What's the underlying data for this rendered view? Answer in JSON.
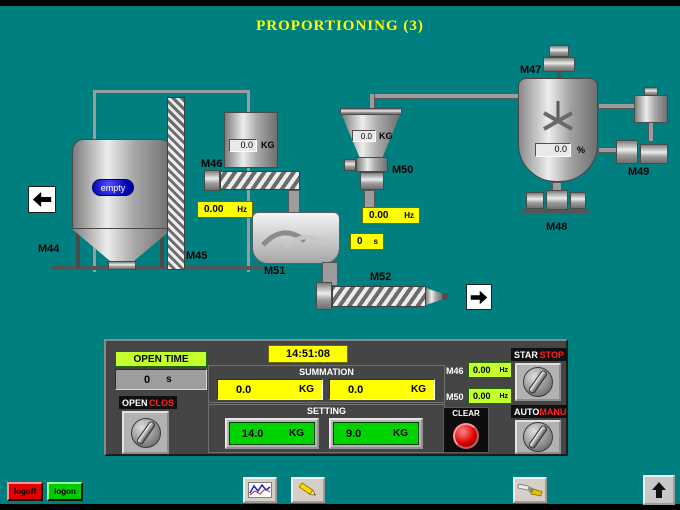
{
  "meta": {
    "title": "PROPORTIONING (3)"
  },
  "equipment": {
    "m44": {
      "label": "M44",
      "status": "empty"
    },
    "m45": {
      "label": "M45"
    },
    "m46": {
      "label": "M46",
      "weight": "0.0",
      "weight_unit": "KG",
      "freq": "0.00",
      "freq_unit": "Hz"
    },
    "m47": {
      "label": "M47",
      "level": "0.0",
      "level_unit": "%"
    },
    "m48": {
      "label": "M48"
    },
    "m49": {
      "label": "M49"
    },
    "m50": {
      "label": "M50",
      "weight": "0.0",
      "weight_unit": "KG",
      "freq": "0.00",
      "freq_unit": "Hz"
    },
    "m51": {
      "label": "M51",
      "time": "0",
      "time_unit": "s"
    },
    "m52": {
      "label": "M52"
    }
  },
  "panel": {
    "open_time": {
      "label": "OPEN TIME",
      "value": "0",
      "unit": "s"
    },
    "clock": "14:51:08",
    "summation": {
      "label": "SUMMATION",
      "displays": [
        {
          "value": "0.0",
          "unit": "KG"
        },
        {
          "value": "0.0",
          "unit": "KG"
        }
      ]
    },
    "setting": {
      "label": "SETTING",
      "displays": [
        {
          "value": "14.0",
          "unit": "KG"
        },
        {
          "value": "9.0",
          "unit": "KG"
        }
      ]
    },
    "freq_m46": {
      "label": "M46",
      "value": "0.00",
      "unit": "Hz"
    },
    "freq_m50": {
      "label": "M50",
      "value": "0.00",
      "unit": "Hz"
    },
    "start_stop": {
      "on": "STAR",
      "off": "STOP"
    },
    "auto_manu": {
      "on": "AUTO",
      "off": "MANU"
    },
    "open_close": {
      "on": "OPEN",
      "off": "CLOS"
    },
    "clear_label": "CLEAR"
  },
  "toolbar": {
    "logoff": "logoff",
    "logon": "logon"
  },
  "colors": {
    "background": "#007f80",
    "highlight_yellow": "#ffff00",
    "setting_green": "#00d400",
    "label_lime": "#c4ff2e",
    "alarm_red": "#e00000",
    "status_blue": "#0000b4"
  }
}
